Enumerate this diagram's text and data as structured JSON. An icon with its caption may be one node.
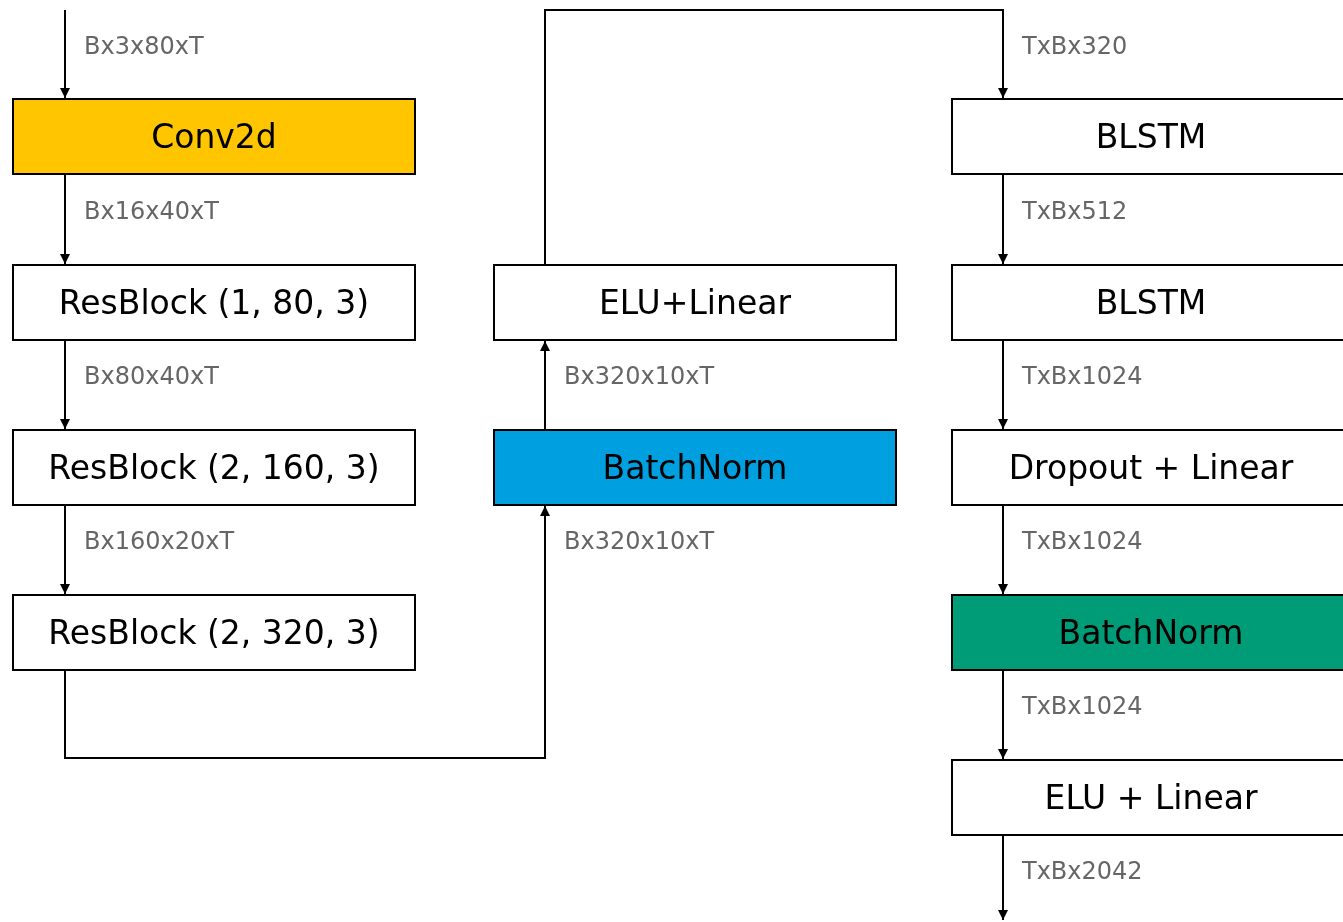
{
  "diagram": {
    "nodes": [
      {
        "text": [
          "Conv2d"
        ]
      },
      {
        "text": [
          "ResBlock (1, 80, 3)"
        ]
      },
      {
        "text": [
          "ResBlock (2, 160, 3)"
        ]
      },
      {
        "text": [
          "ResBlock (2, 320, 3)"
        ]
      },
      {
        "text": [
          "ELU+Linear"
        ]
      },
      {
        "text": [
          "BatchNorm"
        ]
      },
      {
        "text": [
          "BLSTM"
        ]
      },
      {
        "text": [
          "BLSTM"
        ]
      },
      {
        "text": [
          "Dropout + Linear"
        ]
      },
      {
        "text": [
          "BatchNorm"
        ]
      },
      {
        "text": [
          "ELU + Linear"
        ]
      }
    ],
    "edges": [
      {
        "from": null,
        "to": 0,
        "arrow": "to",
        "label": "Bx3x80xT"
      },
      {
        "from": 0,
        "to": 1,
        "arrow": "to",
        "label": "Bx16x40xT"
      },
      {
        "from": 1,
        "to": 2,
        "arrow": "to",
        "label": "Bx80x40xT"
      },
      {
        "from": 2,
        "to": 3,
        "arrow": "to",
        "label": "Bx160x20xT"
      },
      {
        "from": 3,
        "to": 5,
        "arrow": "to",
        "label": "Bx320x10xT"
      },
      {
        "from": 5,
        "to": 4,
        "arrow": "to",
        "label": "Bx320x10xT"
      },
      {
        "from": 4,
        "to": 6,
        "arrow": "to",
        "label": "TxBx320"
      },
      {
        "from": 6,
        "to": 7,
        "arrow": "to",
        "label": "TxBx512"
      },
      {
        "from": 7,
        "to": 8,
        "arrow": "to",
        "label": "TxBx1024"
      },
      {
        "from": 8,
        "to": 9,
        "arrow": "to",
        "label": "TxBx1024"
      },
      {
        "from": 9,
        "to": 10,
        "arrow": "to",
        "label": "TxBx1024"
      },
      {
        "from": 10,
        "to": null,
        "arrow": "to",
        "label": "TxBx2042"
      }
    ]
  }
}
